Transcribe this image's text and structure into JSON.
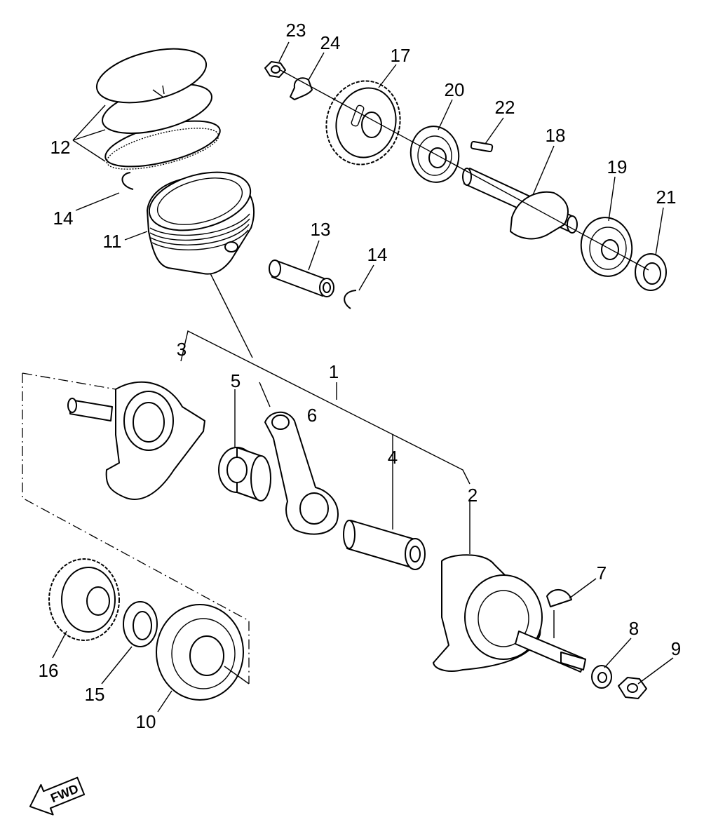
{
  "parts": [
    {
      "id": "1",
      "label": "1"
    },
    {
      "id": "2",
      "label": "2"
    },
    {
      "id": "3",
      "label": "3"
    },
    {
      "id": "4",
      "label": "4"
    },
    {
      "id": "5",
      "label": "5"
    },
    {
      "id": "6",
      "label": "6"
    },
    {
      "id": "7",
      "label": "7"
    },
    {
      "id": "8",
      "label": "8"
    },
    {
      "id": "9",
      "label": "9"
    },
    {
      "id": "10",
      "label": "10"
    },
    {
      "id": "11",
      "label": "11"
    },
    {
      "id": "12",
      "label": "12"
    },
    {
      "id": "13",
      "label": "13"
    },
    {
      "id": "14a",
      "label": "14"
    },
    {
      "id": "14b",
      "label": "14"
    },
    {
      "id": "15",
      "label": "15"
    },
    {
      "id": "16",
      "label": "16"
    },
    {
      "id": "17",
      "label": "17"
    },
    {
      "id": "18",
      "label": "18"
    },
    {
      "id": "19",
      "label": "19"
    },
    {
      "id": "20",
      "label": "20"
    },
    {
      "id": "21",
      "label": "21"
    },
    {
      "id": "22",
      "label": "22"
    },
    {
      "id": "23",
      "label": "23"
    },
    {
      "id": "24",
      "label": "24"
    }
  ],
  "direction_badge": {
    "text": "FWD",
    "icon": "arrow-down-left-icon"
  }
}
